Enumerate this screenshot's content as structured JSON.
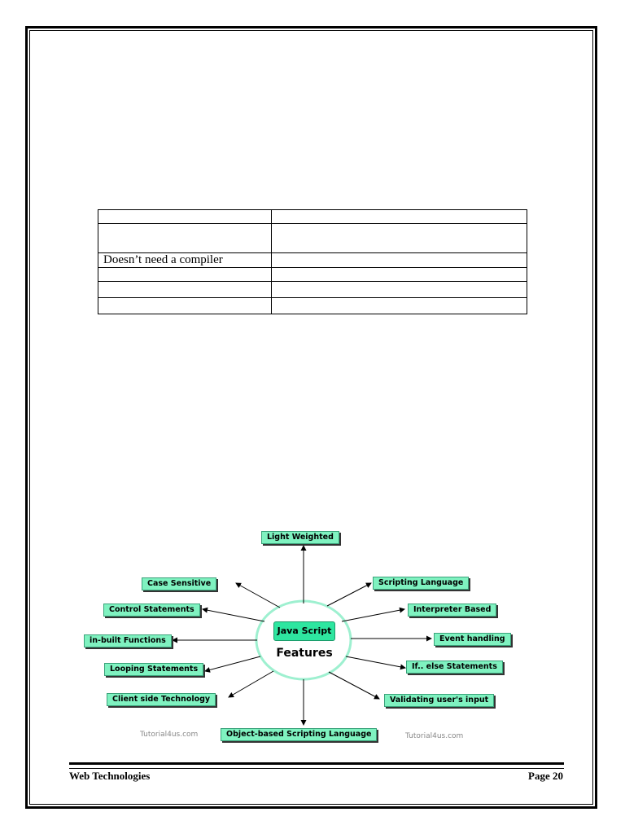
{
  "table": {
    "rows": [
      [
        "",
        ""
      ],
      [
        "",
        ""
      ],
      [
        "Doesn’t need a compiler",
        ""
      ],
      [
        "",
        ""
      ],
      [
        "",
        ""
      ],
      [
        "",
        ""
      ]
    ]
  },
  "diagram": {
    "center_label": "Java Script",
    "center_sub": "Features",
    "nodes": {
      "top": "Light Weighted",
      "case_sensitive": "Case Sensitive",
      "control_statements": "Control Statements",
      "inbuilt_functions": "in-built Functions",
      "looping_statements": "Looping Statements",
      "client_side": "Client side Technology",
      "bottom": "Object-based Scripting Language",
      "scripting_language": "Scripting Language",
      "interpreter_based": "Interpreter Based",
      "event_handling": "Event handling",
      "if_else": "If.. else Statements",
      "validating": "Validating user's input"
    },
    "watermark_left": "Tutorial4us.com",
    "watermark_right": "Tutorial4us.com",
    "colors": {
      "node_fill": "#7ff2c0",
      "center_fill": "#2ee6a0",
      "circle_stroke": "#9ef0d0"
    }
  },
  "footer": {
    "left": "Web Technologies",
    "right": "Page 20"
  }
}
